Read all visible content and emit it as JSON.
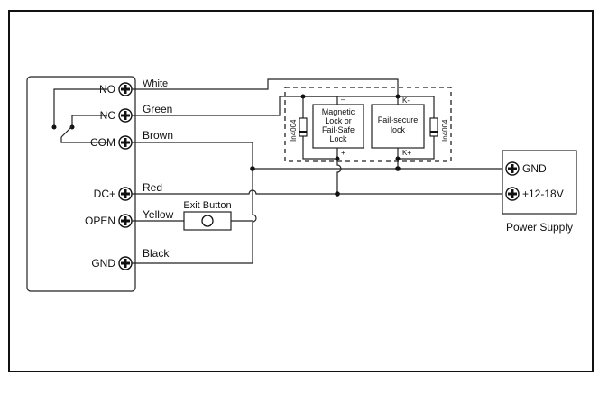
{
  "controller": {
    "terminals": [
      {
        "label": "NO"
      },
      {
        "label": "NC"
      },
      {
        "label": "COM"
      },
      {
        "label": "DC+"
      },
      {
        "label": "OPEN"
      },
      {
        "label": "GND"
      }
    ]
  },
  "wires": {
    "white": "White",
    "green": "Green",
    "brown": "Brown",
    "red": "Red",
    "yellow": "Yellow",
    "black": "Black"
  },
  "exit_button": "Exit Button",
  "locks": {
    "magnetic": [
      "Magnetic",
      "Lock or",
      "Fail-Safe",
      "Lock"
    ],
    "failsecure": [
      "Fail-secure",
      "lock"
    ],
    "diode_label": "In4004",
    "k_minus": "K-",
    "k_plus": "K+",
    "minus": "–",
    "plus": "+"
  },
  "power_supply": {
    "label": "Power Supply",
    "gnd": "GND",
    "voltage": "+12-18V"
  }
}
